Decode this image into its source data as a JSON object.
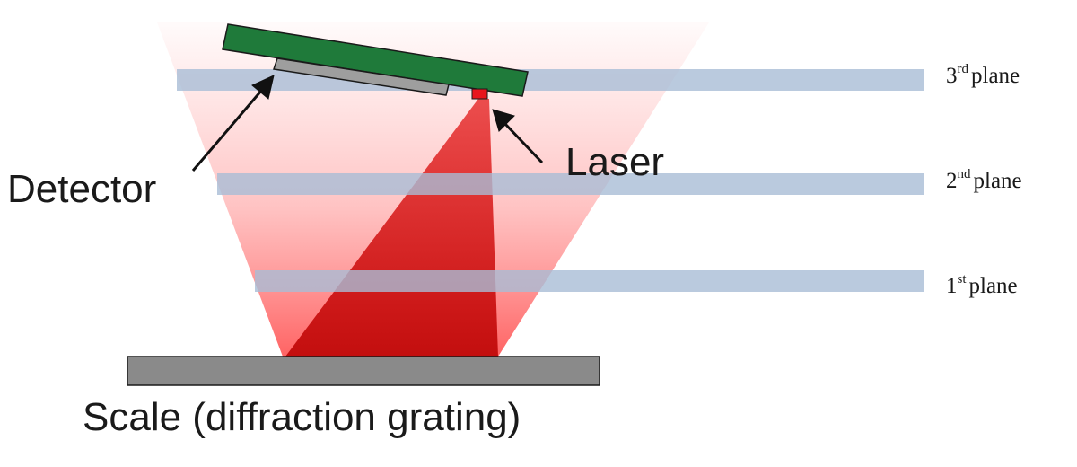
{
  "labels": {
    "detector": "Detector",
    "laser": "Laser",
    "scale": "Scale (diffraction grating)"
  },
  "planes": [
    {
      "num": "1",
      "ordinal": "st",
      "word": "plane"
    },
    {
      "num": "2",
      "ordinal": "nd",
      "word": "plane"
    },
    {
      "num": "3",
      "ordinal": "rd",
      "word": "plane"
    }
  ],
  "colors": {
    "sensor_board": "#1f7a3a",
    "detector": "#9a9a9a",
    "laser": "#e8141c",
    "beam": "#c4141a",
    "scale": "#8a8a8a",
    "plane": "#a9bdd6"
  }
}
